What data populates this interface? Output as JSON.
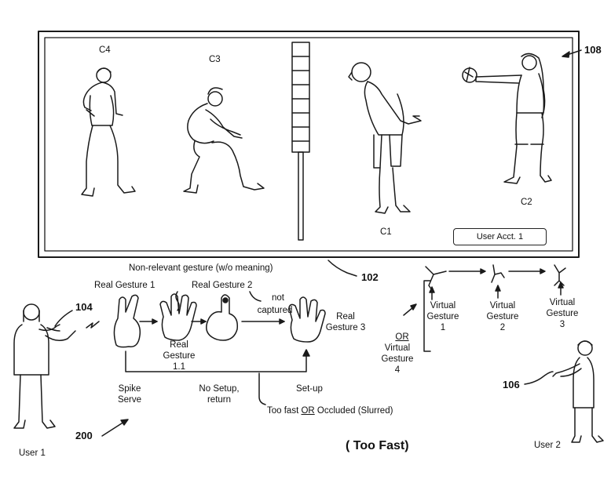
{
  "screen": {
    "characters": {
      "c4": "C4",
      "c3": "C3",
      "c1": "C1",
      "c2": "C2"
    },
    "user_account": "User Acct. 1",
    "ref": "108"
  },
  "refs": {
    "screen_frame": "102",
    "user1_device": "104",
    "user2_device": "106",
    "flow": "200"
  },
  "gestures": {
    "non_relevant": "Non-relevant gesture (w/o meaning)",
    "real_1": "Real Gesture 1",
    "real_2": "Real Gesture 2",
    "not_captured_1": "not",
    "not_captured_2": "captured",
    "real_3_line1": "Real",
    "real_3_line2": "Gesture 3",
    "real_11_line1": "Real",
    "real_11_line2": "Gesture",
    "real_11_line3": "1.1",
    "spike_1": "Spike",
    "spike_2": "Serve",
    "no_setup_1": "No Setup,",
    "no_setup_2": "return",
    "setup": "Set-up",
    "too_fast_prefix": "Too fast ",
    "too_fast_or": "OR",
    "too_fast_suffix": " Occluded (Slurred)"
  },
  "virtual": {
    "g1": [
      "Virtual",
      "Gesture",
      "1"
    ],
    "g2": [
      "Virtual",
      "Gesture",
      "2"
    ],
    "g3": [
      "Virtual",
      "Gesture",
      "3"
    ],
    "or": "OR",
    "g4": [
      "Virtual",
      "Gesture",
      "4"
    ]
  },
  "users": {
    "user1": "User 1",
    "user2": "User 2"
  },
  "footer": "( Too Fast)"
}
